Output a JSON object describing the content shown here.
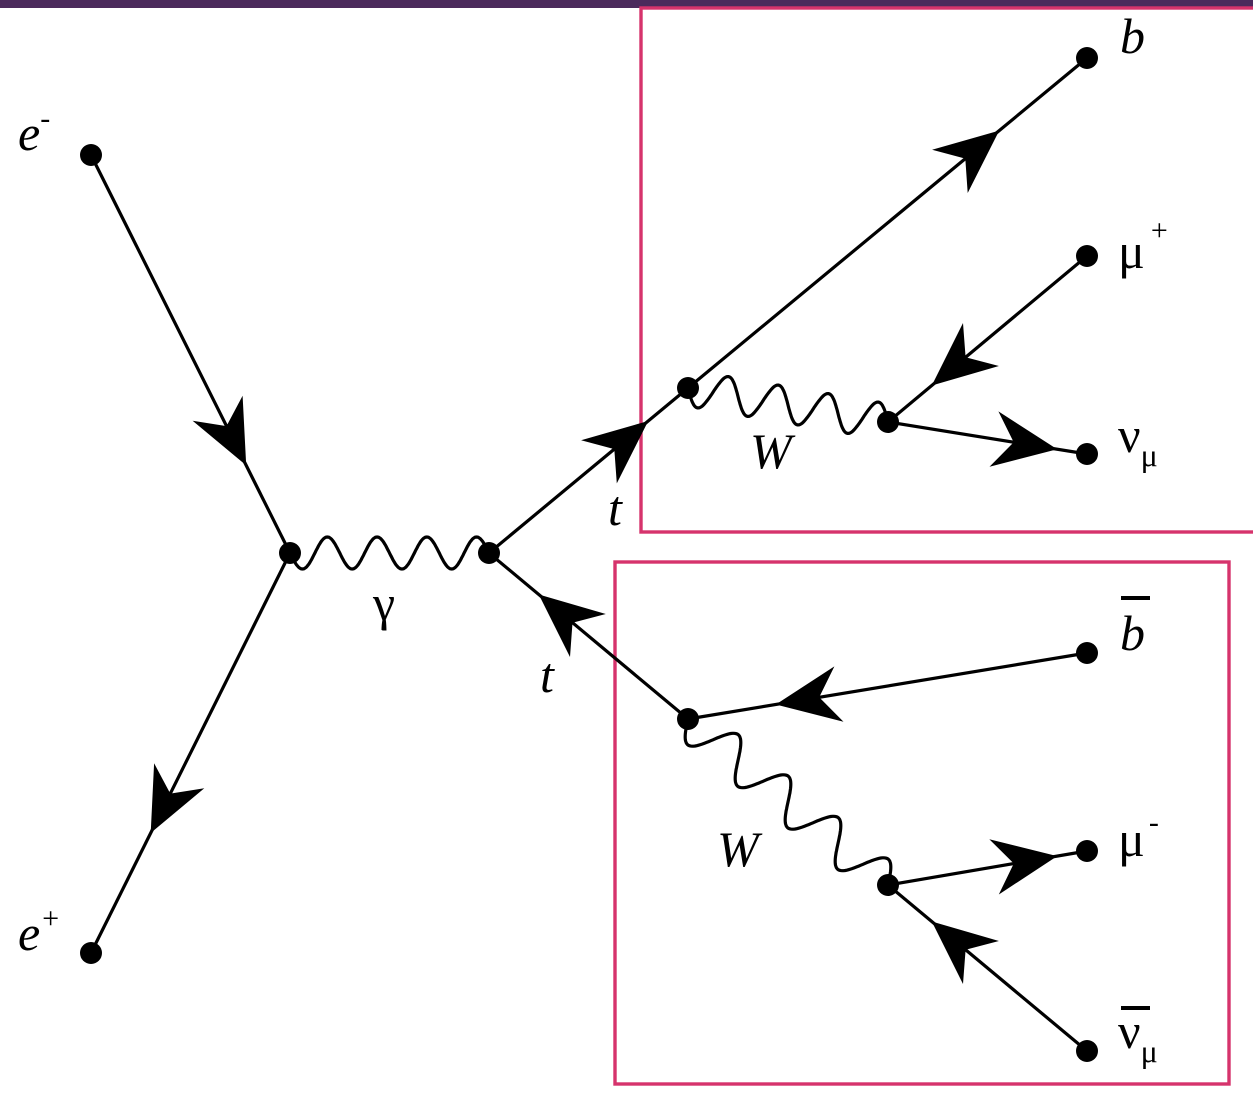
{
  "colors": {
    "top_bar": "#4b2a5c",
    "highlight_box": "#d6336c",
    "ink": "#000000"
  },
  "labels": {
    "e_minus": {
      "base": "e",
      "sup": "-"
    },
    "e_plus": {
      "base": "e",
      "sup": "+"
    },
    "photon": "γ",
    "top_quark_upper": "t",
    "top_quark_lower": "t",
    "w_boson_upper": "W",
    "w_boson_lower": "W",
    "b_quark": "b",
    "b_bar_quark": "b",
    "mu_plus": {
      "base": "μ",
      "sup": "+"
    },
    "mu_minus": {
      "base": "μ",
      "sup": "-"
    },
    "nu_mu": {
      "base": "ν",
      "sub": "μ"
    },
    "nu_mu_bar": {
      "base": "ν",
      "sub": "μ"
    }
  }
}
